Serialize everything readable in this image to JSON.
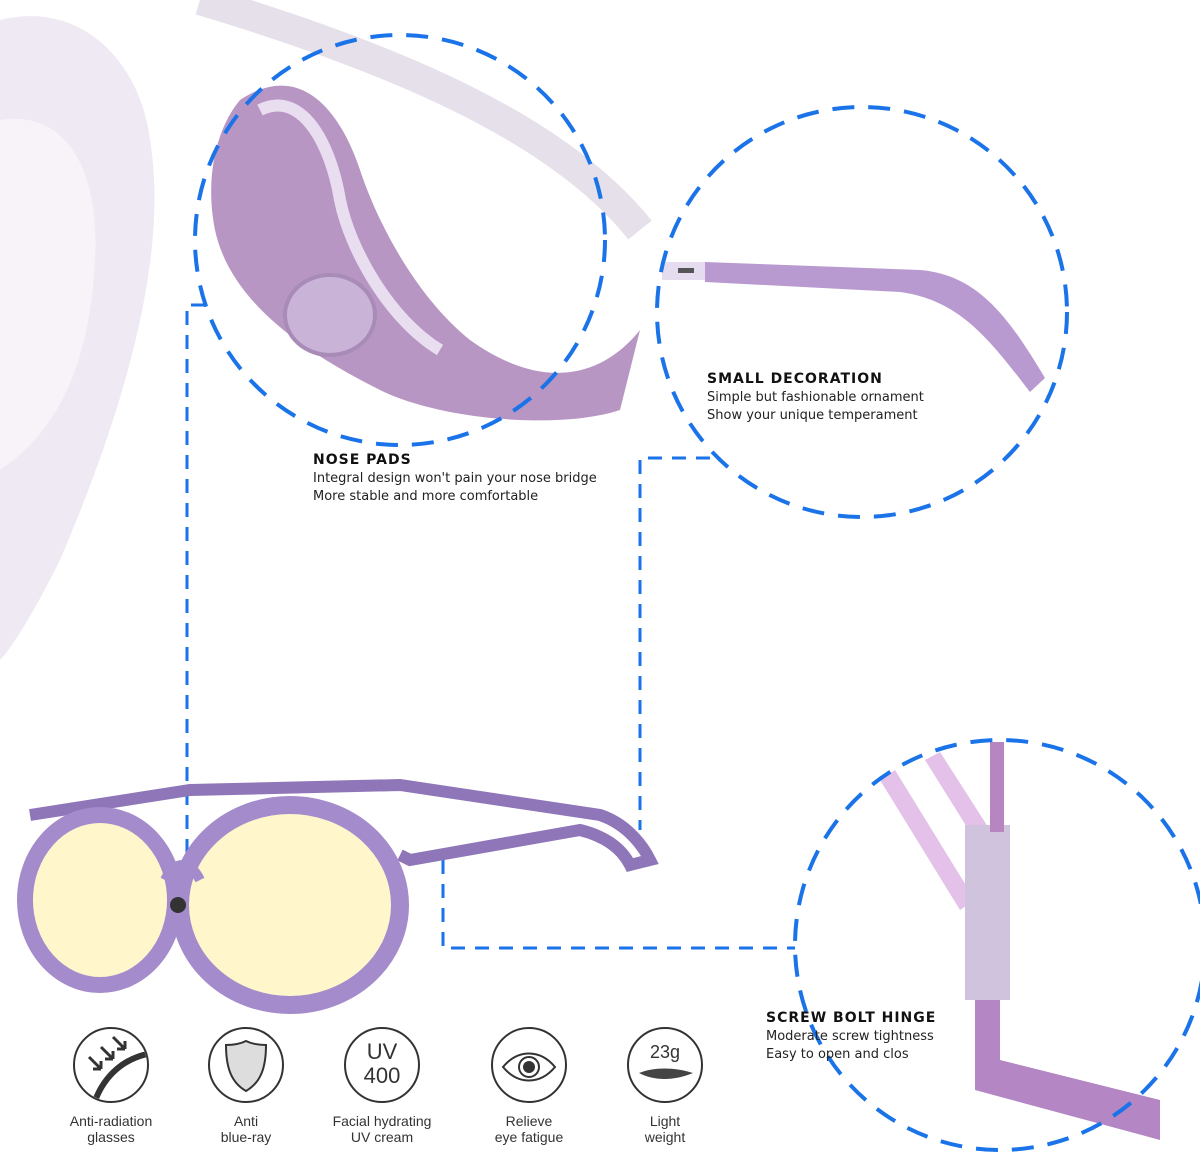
{
  "colors": {
    "accent_dash": "#1a73e8",
    "frame_purple": "#9a7bc0",
    "lens_yellow": "#fff6cc"
  },
  "callouts": {
    "nose_pads": {
      "title": "NOSE PADS",
      "lines": [
        "Integral design won't pain your nose bridge",
        "More stable and more comfortable"
      ]
    },
    "small_decoration": {
      "title": "SMALL DECORATION",
      "lines": [
        "Simple but fashionable ornament",
        "Show your unique temperament"
      ]
    },
    "screw_bolt_hinge": {
      "title": "SCREW BOLT HINGE",
      "lines": [
        "Moderate screw tightness",
        "Easy to open and clos"
      ]
    }
  },
  "features": [
    {
      "icon": "radiation-arrows-icon",
      "line1": "Anti-radiation",
      "line2": "glasses"
    },
    {
      "icon": "shield-icon",
      "line1": "Anti",
      "line2": "blue-ray"
    },
    {
      "icon": "uv-400-icon",
      "badge1": "UV",
      "badge2": "400",
      "line1": "Facial hydrating",
      "line2": "UV cream"
    },
    {
      "icon": "eye-icon",
      "line1": "Relieve",
      "line2": "eye fatigue"
    },
    {
      "icon": "feather-icon",
      "badge1": "23g",
      "line1": "Light",
      "line2": "weight"
    }
  ]
}
